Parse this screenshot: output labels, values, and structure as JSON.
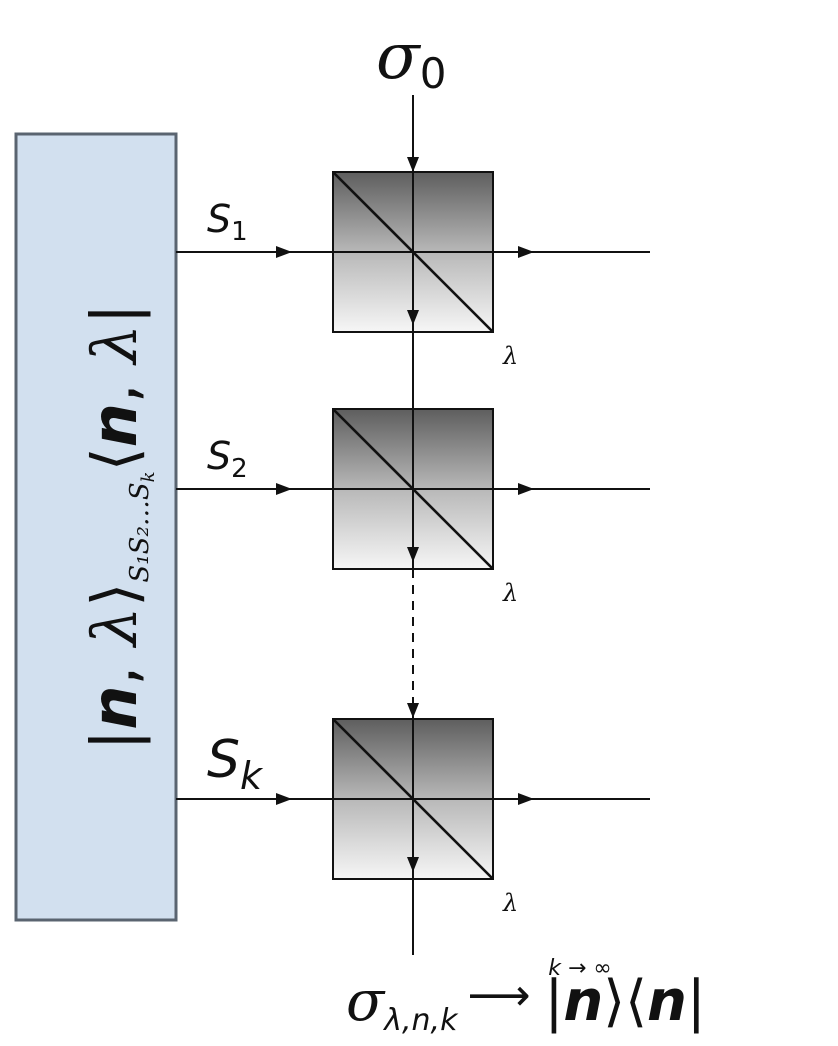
{
  "input_label": {
    "main": "σ",
    "sub": "0"
  },
  "state_panel": {
    "bar_left": "|",
    "n": "n",
    "sep": ", ",
    "lambda": "λ",
    "ket_close": "⟩",
    "subscript": "S₁S₂…S",
    "subscript_k": "k",
    "bra_open": "⟨",
    "bar_right": "|",
    "color": "#d2e0ef"
  },
  "stages": [
    {
      "label": "S",
      "sub": "1",
      "lambda": "λ"
    },
    {
      "label": "S",
      "sub": "2",
      "lambda": "λ"
    },
    {
      "label": "S",
      "sub": "k",
      "lambda": "λ"
    }
  ],
  "output_formula": {
    "sigma": "σ",
    "sigma_sub": "λ,n,k",
    "limit": "k → ∞",
    "arrow": "⟶",
    "bar_left": "|",
    "ket_n": "n",
    "ket_close": "⟩",
    "bra_open": "⟨",
    "bra_n": "n",
    "bar_right": "|"
  }
}
